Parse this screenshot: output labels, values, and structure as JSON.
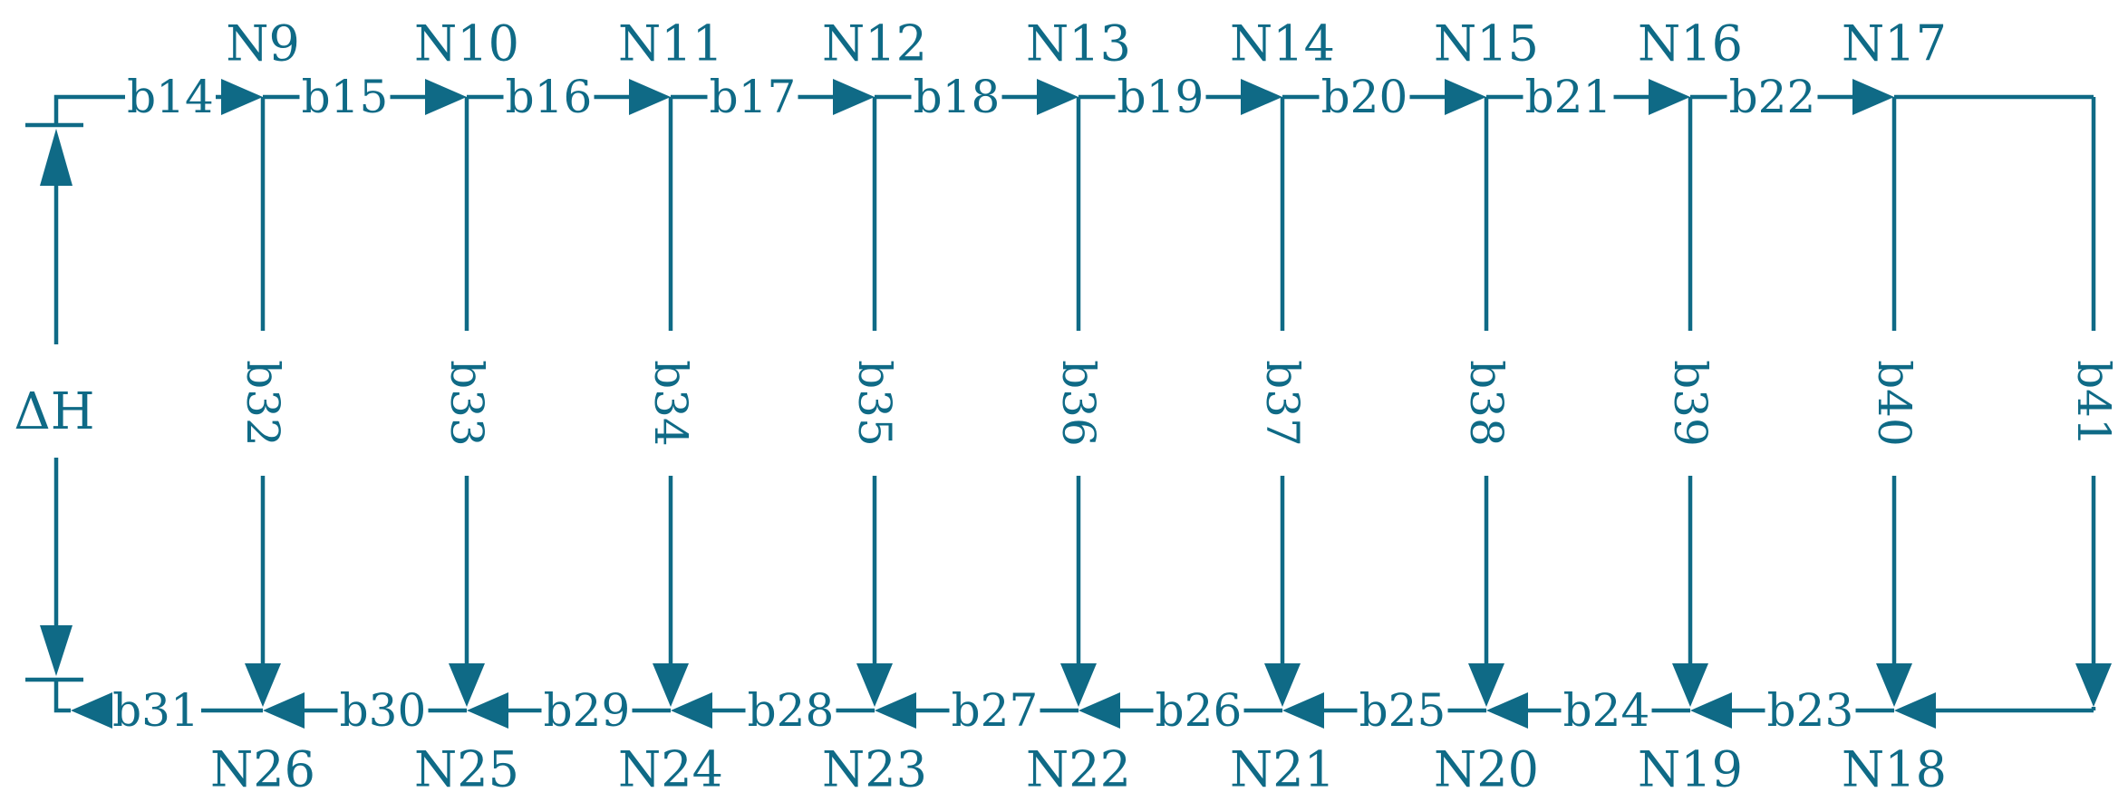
{
  "diagram": {
    "color": "#0f6a86",
    "height_label": "ΔH",
    "top_nodes": [
      "N9",
      "N10",
      "N11",
      "N12",
      "N13",
      "N14",
      "N15",
      "N16",
      "N17"
    ],
    "bottom_nodes": [
      "N26",
      "N25",
      "N24",
      "N23",
      "N22",
      "N21",
      "N20",
      "N19",
      "N18"
    ],
    "top_branches": [
      "b14",
      "b15",
      "b16",
      "b17",
      "b18",
      "b19",
      "b20",
      "b21",
      "b22"
    ],
    "bottom_branches": [
      "b31",
      "b30",
      "b29",
      "b28",
      "b27",
      "b26",
      "b25",
      "b24",
      "b23"
    ],
    "vertical_branches": [
      "b32",
      "b33",
      "b34",
      "b35",
      "b36",
      "b37",
      "b38",
      "b39",
      "b40",
      "b41"
    ]
  }
}
